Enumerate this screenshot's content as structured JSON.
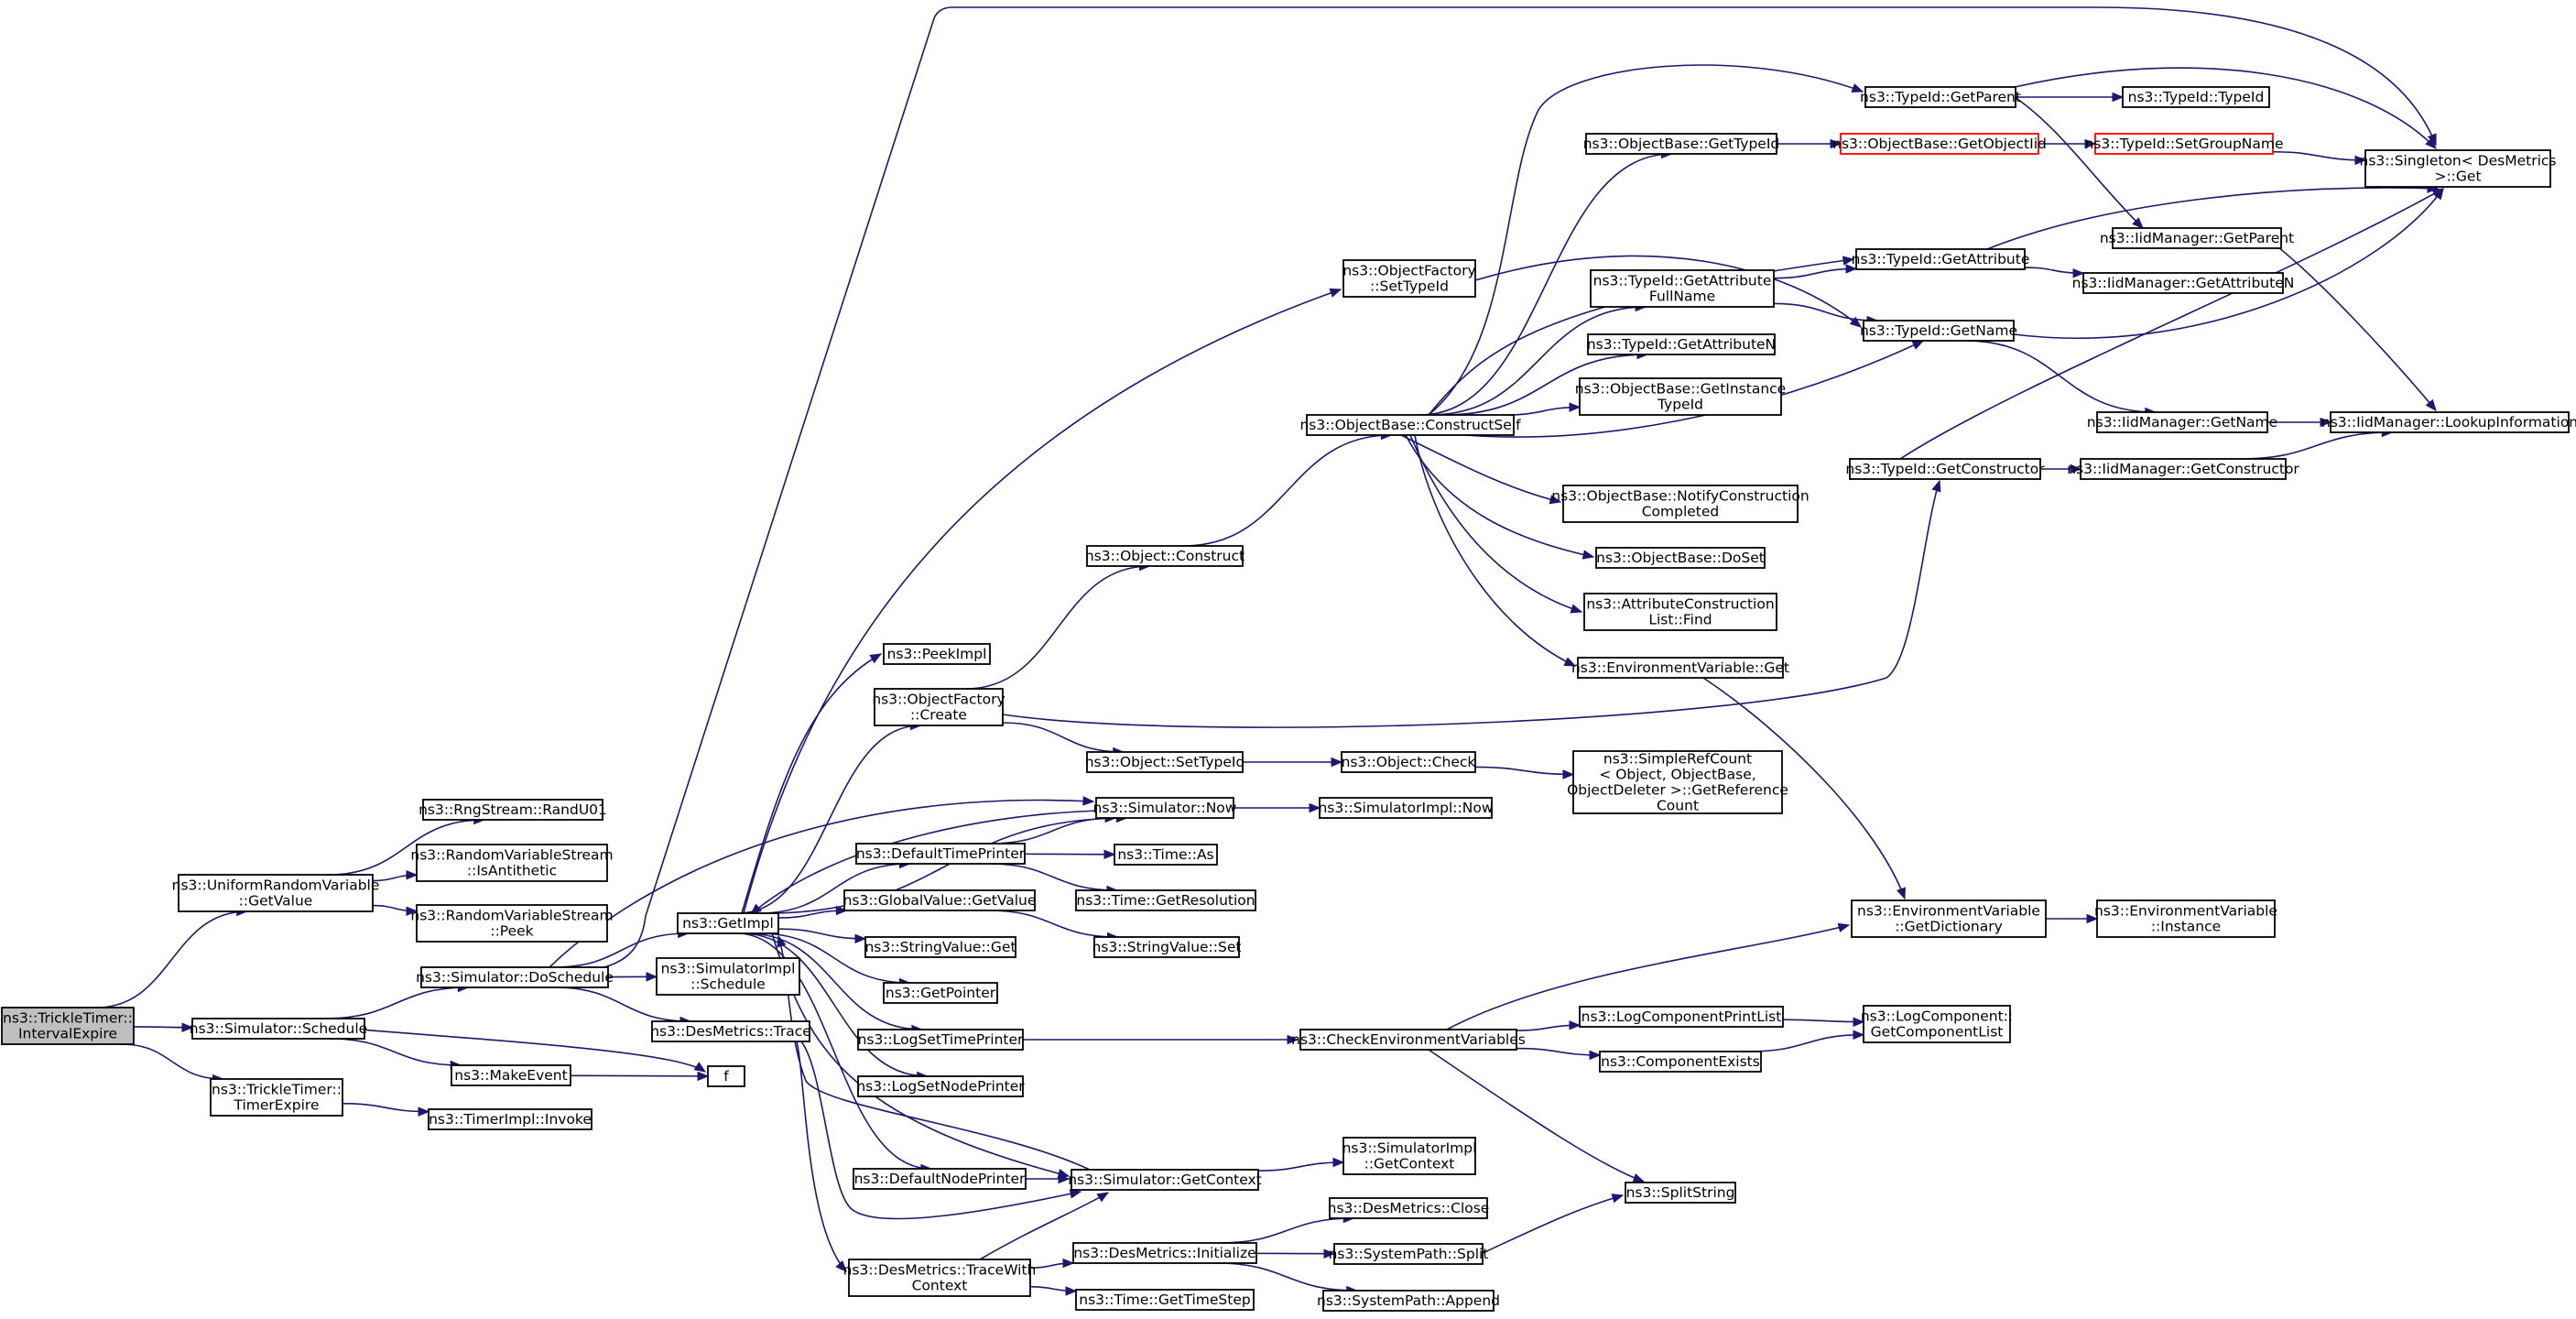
{
  "diagram": {
    "colors": {
      "edge": "#191970",
      "root_fill": "#bfbfbf",
      "node_border": "#000000",
      "missing_doc_border": "#ff0000"
    },
    "nodes": [
      {
        "id": "root",
        "lines": [
          "ns3::TrickleTimer::",
          "IntervalExpire"
        ],
        "root": true
      },
      {
        "id": "urv_getvalue",
        "lines": [
          "ns3::UniformRandomVariable",
          "::GetValue"
        ]
      },
      {
        "id": "sim_schedule",
        "lines": [
          "ns3::Simulator::Schedule"
        ]
      },
      {
        "id": "tt_timerexpire",
        "lines": [
          "ns3::TrickleTimer::",
          "TimerExpire"
        ]
      },
      {
        "id": "rng_randu01",
        "lines": [
          "ns3::RngStream::RandU01"
        ]
      },
      {
        "id": "rvs_isantithetic",
        "lines": [
          "ns3::RandomVariableStream",
          "::IsAntithetic"
        ]
      },
      {
        "id": "rvs_peek",
        "lines": [
          "ns3::RandomVariableStream",
          "::Peek"
        ]
      },
      {
        "id": "sim_doschedule",
        "lines": [
          "ns3::Simulator::DoSchedule"
        ]
      },
      {
        "id": "makeevent",
        "lines": [
          "ns3::MakeEvent"
        ]
      },
      {
        "id": "timerimpl_invoke",
        "lines": [
          "ns3::TimerImpl::Invoke"
        ]
      },
      {
        "id": "f",
        "lines": [
          "f"
        ]
      },
      {
        "id": "getimpl",
        "lines": [
          "ns3::GetImpl"
        ]
      },
      {
        "id": "simimpl_schedule",
        "lines": [
          "ns3::SimulatorImpl",
          "::Schedule"
        ]
      },
      {
        "id": "desmetrics_trace",
        "lines": [
          "ns3::DesMetrics::Trace"
        ]
      },
      {
        "id": "peekimpl",
        "lines": [
          "ns3::PeekImpl"
        ]
      },
      {
        "id": "objfactory_create",
        "lines": [
          "ns3::ObjectFactory",
          "::Create"
        ]
      },
      {
        "id": "sim_now",
        "lines": [
          "ns3::Simulator::Now"
        ]
      },
      {
        "id": "defaulttimeprinter",
        "lines": [
          "ns3::DefaultTimePrinter"
        ]
      },
      {
        "id": "globalvalue_getvalue",
        "lines": [
          "ns3::GlobalValue::GetValue"
        ]
      },
      {
        "id": "stringvalue_get",
        "lines": [
          "ns3::StringValue::Get"
        ]
      },
      {
        "id": "getpointer",
        "lines": [
          "ns3::GetPointer"
        ]
      },
      {
        "id": "logsettimeprinter",
        "lines": [
          "ns3::LogSetTimePrinter"
        ]
      },
      {
        "id": "logsetnodeprinter",
        "lines": [
          "ns3::LogSetNodePrinter"
        ]
      },
      {
        "id": "defaultnodeprinter",
        "lines": [
          "ns3::DefaultNodePrinter"
        ]
      },
      {
        "id": "desmetrics_tracewithcontext",
        "lines": [
          "ns3::DesMetrics::TraceWith",
          "Context"
        ]
      },
      {
        "id": "objfactory_settypeid",
        "lines": [
          "ns3::ObjectFactory",
          "::SetTypeId"
        ]
      },
      {
        "id": "object_construct",
        "lines": [
          "ns3::Object::Construct"
        ]
      },
      {
        "id": "object_settypeid",
        "lines": [
          "ns3::Object::SetTypeId"
        ]
      },
      {
        "id": "simimpl_now",
        "lines": [
          "ns3::SimulatorImpl::Now"
        ]
      },
      {
        "id": "time_as",
        "lines": [
          "ns3::Time::As"
        ]
      },
      {
        "id": "time_getresolution",
        "lines": [
          "ns3::Time::GetResolution"
        ]
      },
      {
        "id": "stringvalue_set",
        "lines": [
          "ns3::StringValue::Set"
        ]
      },
      {
        "id": "checkenvvars",
        "lines": [
          "ns3::CheckEnvironmentVariables"
        ]
      },
      {
        "id": "sim_getcontext",
        "lines": [
          "ns3::Simulator::GetContext"
        ]
      },
      {
        "id": "desmetrics_initialize",
        "lines": [
          "ns3::DesMetrics::Initialize"
        ]
      },
      {
        "id": "time_gettimestep",
        "lines": [
          "ns3::Time::GetTimeStep"
        ]
      },
      {
        "id": "objectbase_constructself",
        "lines": [
          "ns3::ObjectBase::ConstructSelf"
        ]
      },
      {
        "id": "object_check",
        "lines": [
          "ns3::Object::Check"
        ]
      },
      {
        "id": "simplerefcount",
        "lines": [
          "ns3::SimpleRefCount",
          "< Object, ObjectBase,",
          "ObjectDeleter >::GetReference",
          "Count"
        ]
      },
      {
        "id": "simimpl_getcontext",
        "lines": [
          "ns3::SimulatorImpl",
          "::GetContext"
        ]
      },
      {
        "id": "desmetrics_close",
        "lines": [
          "ns3::DesMetrics::Close"
        ]
      },
      {
        "id": "systempath_split",
        "lines": [
          "ns3::SystemPath::Split"
        ]
      },
      {
        "id": "systempath_append",
        "lines": [
          "ns3::SystemPath::Append"
        ]
      },
      {
        "id": "objectbase_gettypeid",
        "lines": [
          "ns3::ObjectBase::GetTypeId"
        ]
      },
      {
        "id": "typeid_getattributefullname",
        "lines": [
          "ns3::TypeId::GetAttribute",
          "FullName"
        ]
      },
      {
        "id": "typeid_getattributen",
        "lines": [
          "ns3::TypeId::GetAttributeN"
        ]
      },
      {
        "id": "objectbase_getinstancetypeid",
        "lines": [
          "ns3::ObjectBase::GetInstance",
          "TypeId"
        ]
      },
      {
        "id": "objectbase_notifyconstruction",
        "lines": [
          "ns3::ObjectBase::NotifyConstruction",
          "Completed"
        ]
      },
      {
        "id": "objectbase_doset",
        "lines": [
          "ns3::ObjectBase::DoSet"
        ]
      },
      {
        "id": "attrconstructionlist_find",
        "lines": [
          "ns3::AttributeConstruction",
          "List::Find"
        ]
      },
      {
        "id": "envvar_get",
        "lines": [
          "ns3::EnvironmentVariable::Get"
        ]
      },
      {
        "id": "logcomponentprintlist",
        "lines": [
          "ns3::LogComponentPrintList"
        ]
      },
      {
        "id": "componentexists",
        "lines": [
          "ns3::ComponentExists"
        ]
      },
      {
        "id": "splitstring",
        "lines": [
          "ns3::SplitString"
        ]
      },
      {
        "id": "objectbase_getobjectiid",
        "lines": [
          "ns3::ObjectBase::GetObjectIid"
        ],
        "red": true
      },
      {
        "id": "typeid_getparent",
        "lines": [
          "ns3::TypeId::GetParent"
        ]
      },
      {
        "id": "typeid_getattribute",
        "lines": [
          "ns3::TypeId::GetAttribute"
        ]
      },
      {
        "id": "typeid_getname",
        "lines": [
          "ns3::TypeId::GetName"
        ]
      },
      {
        "id": "typeid_getconstructor",
        "lines": [
          "ns3::TypeId::GetConstructor"
        ]
      },
      {
        "id": "envvar_getdictionary",
        "lines": [
          "ns3::EnvironmentVariable",
          "::GetDictionary"
        ]
      },
      {
        "id": "logcomponent_getcomponentlist",
        "lines": [
          "ns3::LogComponent::",
          "GetComponentList"
        ]
      },
      {
        "id": "typeid_setgroupname",
        "lines": [
          "ns3::TypeId::SetGroupName"
        ],
        "red": true
      },
      {
        "id": "typeid_typeid",
        "lines": [
          "ns3::TypeId::TypeId"
        ]
      },
      {
        "id": "iidmanager_getparent",
        "lines": [
          "ns3::IidManager::GetParent"
        ]
      },
      {
        "id": "iidmanager_getattributen",
        "lines": [
          "ns3::IidManager::GetAttributeN"
        ]
      },
      {
        "id": "iidmanager_getname",
        "lines": [
          "ns3::IidManager::GetName"
        ]
      },
      {
        "id": "iidmanager_getconstructor",
        "lines": [
          "ns3::IidManager::GetConstructor"
        ]
      },
      {
        "id": "envvar_instance",
        "lines": [
          "ns3::EnvironmentVariable",
          "::Instance"
        ]
      },
      {
        "id": "singleton_get",
        "lines": [
          "ns3::Singleton< DesMetrics",
          ">::Get"
        ]
      },
      {
        "id": "iidmanager_lookupinformation",
        "lines": [
          "ns3::IidManager::LookupInformation"
        ]
      }
    ],
    "edges": [
      [
        "root",
        "urv_getvalue"
      ],
      [
        "root",
        "sim_schedule"
      ],
      [
        "root",
        "tt_timerexpire"
      ],
      [
        "urv_getvalue",
        "rng_randu01"
      ],
      [
        "urv_getvalue",
        "rvs_isantithetic"
      ],
      [
        "urv_getvalue",
        "rvs_peek"
      ],
      [
        "sim_schedule",
        "sim_doschedule"
      ],
      [
        "sim_schedule",
        "makeevent"
      ],
      [
        "sim_schedule",
        "f"
      ],
      [
        "tt_timerexpire",
        "timerimpl_invoke"
      ],
      [
        "makeevent",
        "f"
      ],
      [
        "sim_doschedule",
        "getimpl"
      ],
      [
        "sim_doschedule",
        "simimpl_schedule"
      ],
      [
        "sim_doschedule",
        "desmetrics_trace"
      ],
      [
        "sim_doschedule",
        "sim_now"
      ],
      [
        "sim_doschedule",
        "singleton_get"
      ],
      [
        "getimpl",
        "peekimpl"
      ],
      [
        "getimpl",
        "objfactory_create"
      ],
      [
        "getimpl",
        "sim_now"
      ],
      [
        "getimpl",
        "defaulttimeprinter"
      ],
      [
        "getimpl",
        "globalvalue_getvalue"
      ],
      [
        "getimpl",
        "stringvalue_get"
      ],
      [
        "getimpl",
        "getpointer"
      ],
      [
        "getimpl",
        "logsettimeprinter"
      ],
      [
        "getimpl",
        "logsetnodeprinter"
      ],
      [
        "getimpl",
        "defaultnodeprinter"
      ],
      [
        "getimpl",
        "sim_getcontext"
      ],
      [
        "getimpl",
        "objfactory_settypeid"
      ],
      [
        "desmetrics_trace",
        "desmetrics_tracewithcontext"
      ],
      [
        "desmetrics_trace",
        "sim_getcontext"
      ],
      [
        "objfactory_create",
        "object_construct"
      ],
      [
        "objfactory_create",
        "object_settypeid"
      ],
      [
        "objfactory_create",
        "typeid_getconstructor"
      ],
      [
        "sim_now",
        "getimpl"
      ],
      [
        "sim_now",
        "simimpl_now"
      ],
      [
        "defaulttimeprinter",
        "sim_now"
      ],
      [
        "defaulttimeprinter",
        "time_as"
      ],
      [
        "defaulttimeprinter",
        "time_getresolution"
      ],
      [
        "globalvalue_getvalue",
        "stringvalue_set"
      ],
      [
        "logsettimeprinter",
        "checkenvvars"
      ],
      [
        "defaultnodeprinter",
        "sim_getcontext"
      ],
      [
        "sim_getcontext",
        "getimpl"
      ],
      [
        "sim_getcontext",
        "simimpl_getcontext"
      ],
      [
        "desmetrics_tracewithcontext",
        "desmetrics_initialize"
      ],
      [
        "desmetrics_tracewithcontext",
        "time_gettimestep"
      ],
      [
        "desmetrics_tracewithcontext",
        "sim_getcontext"
      ],
      [
        "desmetrics_initialize",
        "desmetrics_close"
      ],
      [
        "desmetrics_initialize",
        "systempath_split"
      ],
      [
        "desmetrics_initialize",
        "systempath_append"
      ],
      [
        "systempath_split",
        "splitstring"
      ],
      [
        "objfactory_settypeid",
        "typeid_getname"
      ],
      [
        "object_construct",
        "objectbase_constructself"
      ],
      [
        "object_settypeid",
        "object_check"
      ],
      [
        "object_check",
        "simplerefcount"
      ],
      [
        "objectbase_constructself",
        "objectbase_gettypeid"
      ],
      [
        "objectbase_constructself",
        "typeid_getattributefullname"
      ],
      [
        "objectbase_constructself",
        "typeid_getattributen"
      ],
      [
        "objectbase_constructself",
        "objectbase_getinstancetypeid"
      ],
      [
        "objectbase_constructself",
        "objectbase_notifyconstruction"
      ],
      [
        "objectbase_constructself",
        "objectbase_doset"
      ],
      [
        "objectbase_constructself",
        "attrconstructionlist_find"
      ],
      [
        "objectbase_constructself",
        "envvar_get"
      ],
      [
        "objectbase_constructself",
        "typeid_getparent"
      ],
      [
        "objectbase_constructself",
        "typeid_getattribute"
      ],
      [
        "objectbase_constructself",
        "typeid_getname"
      ],
      [
        "objectbase_gettypeid",
        "objectbase_getobjectiid"
      ],
      [
        "objectbase_getobjectiid",
        "typeid_setgroupname"
      ],
      [
        "typeid_setgroupname",
        "singleton_get"
      ],
      [
        "typeid_getattributefullname",
        "typeid_getattribute"
      ],
      [
        "typeid_getattributefullname",
        "typeid_getname"
      ],
      [
        "envvar_get",
        "envvar_getdictionary"
      ],
      [
        "checkenvvars",
        "envvar_getdictionary"
      ],
      [
        "checkenvvars",
        "logcomponentprintlist"
      ],
      [
        "checkenvvars",
        "componentexists"
      ],
      [
        "checkenvvars",
        "splitstring"
      ],
      [
        "logcomponentprintlist",
        "logcomponent_getcomponentlist"
      ],
      [
        "componentexists",
        "logcomponent_getcomponentlist"
      ],
      [
        "typeid_getparent",
        "typeid_typeid"
      ],
      [
        "typeid_getparent",
        "iidmanager_getparent"
      ],
      [
        "typeid_getparent",
        "singleton_get"
      ],
      [
        "typeid_getattribute",
        "iidmanager_getattributen"
      ],
      [
        "typeid_getattribute",
        "singleton_get"
      ],
      [
        "typeid_getname",
        "iidmanager_getname"
      ],
      [
        "typeid_getname",
        "singleton_get"
      ],
      [
        "typeid_getconstructor",
        "iidmanager_getconstructor"
      ],
      [
        "typeid_getconstructor",
        "singleton_get"
      ],
      [
        "envvar_getdictionary",
        "envvar_instance"
      ],
      [
        "iidmanager_getparent",
        "iidmanager_lookupinformation"
      ],
      [
        "iidmanager_getname",
        "iidmanager_lookupinformation"
      ],
      [
        "iidmanager_getconstructor",
        "iidmanager_lookupinformation"
      ]
    ]
  }
}
